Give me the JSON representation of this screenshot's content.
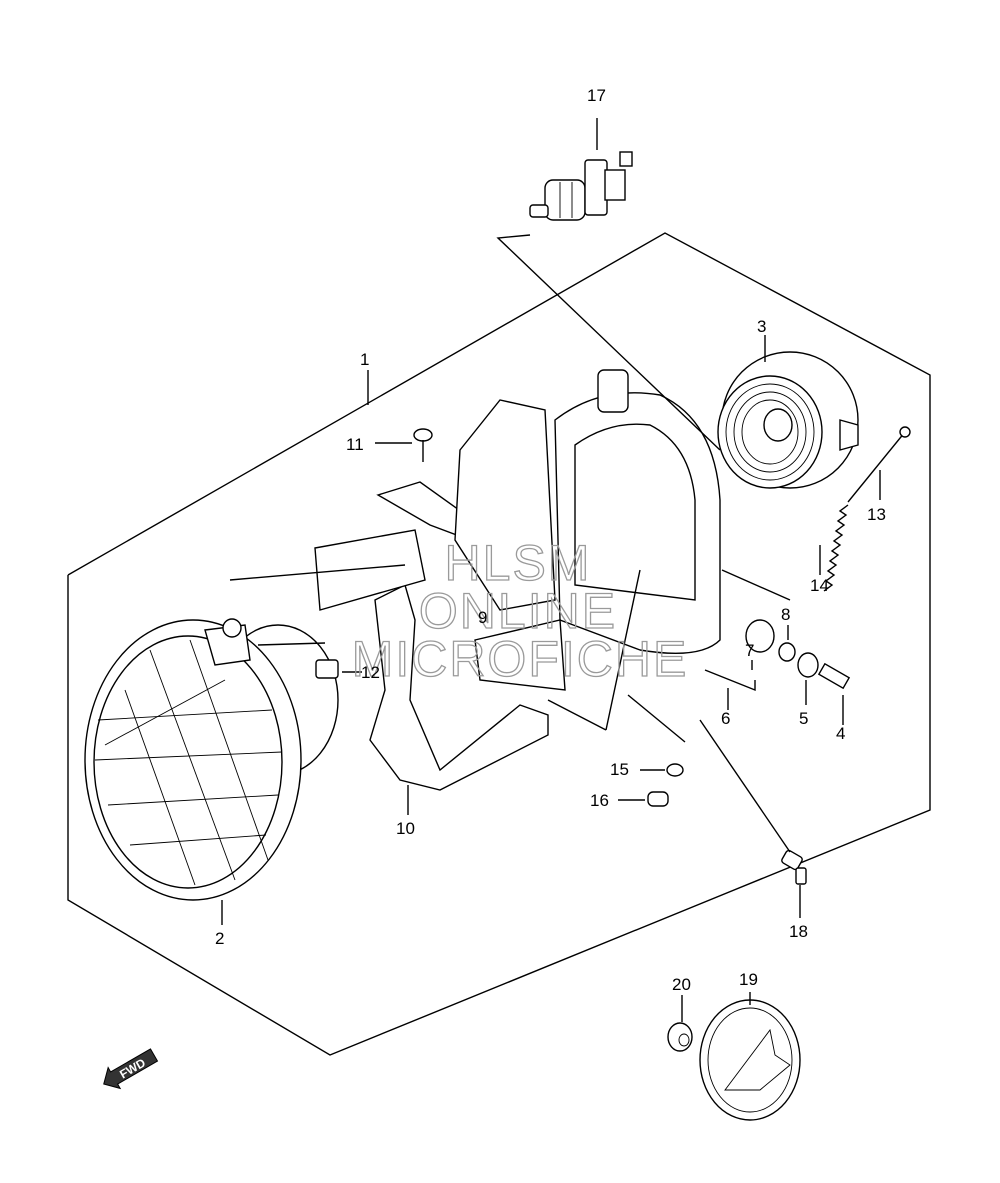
{
  "callouts": {
    "c1": "1",
    "c2": "2",
    "c3": "3",
    "c4": "4",
    "c5": "5",
    "c6": "6",
    "c7": "7",
    "c8": "8",
    "c9": "9",
    "c10": "10",
    "c11": "11",
    "c12": "12",
    "c13": "13",
    "c14": "14",
    "c15": "15",
    "c16": "16",
    "c17": "17",
    "c18": "18",
    "c19": "19",
    "c20": "20"
  },
  "watermark": {
    "line1": "HLSM",
    "line2": "ONLINE",
    "line3": "MICROFICHE"
  },
  "direction_badge": {
    "label": "FWD"
  },
  "icons": {
    "direction_arrow": "fwd-arrow-icon"
  }
}
